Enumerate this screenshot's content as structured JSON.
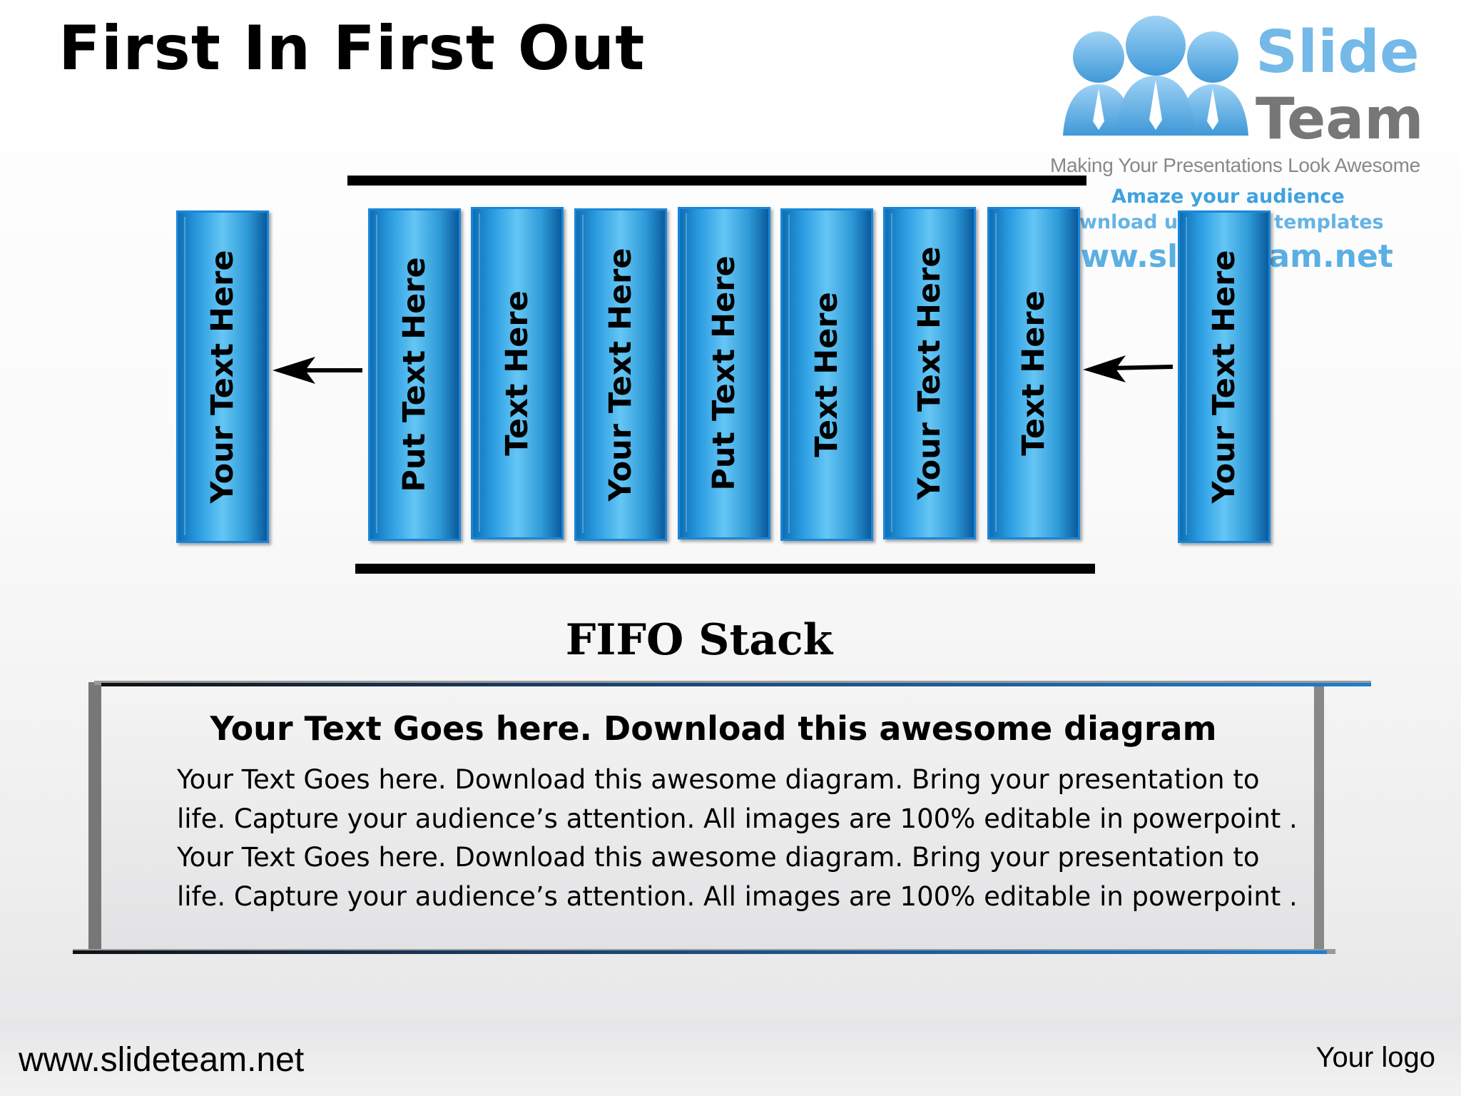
{
  "title": "First In First Out",
  "logo": {
    "word1": "Slide",
    "word2": "Team",
    "tagline": "Making Your Presentations Look Awesome",
    "watermark_line1": "Amaze your audience",
    "watermark_line2": "Download unlimited templates",
    "watermark_url": "www.slideteam.net",
    "colors": {
      "blue": "#74b9e8",
      "grey": "#777777"
    }
  },
  "stack": {
    "out_item": "Your Text Here",
    "items": [
      "Put Text Here",
      "Text Here",
      "Your Text Here",
      "Put Text Here",
      "Text Here",
      "Your Text Here",
      "Text Here"
    ],
    "in_item": "Your Text Here",
    "bar_color": "#2fa0e4"
  },
  "caption": "FIFO Stack",
  "text_box": {
    "heading": "Your Text Goes here. Download this awesome diagram",
    "body": [
      "Your Text Goes here. Download this awesome diagram. Bring your presentation to",
      "life. Capture your audience’s attention. All images are 100% editable in powerpoint .",
      "Your Text Goes here. Download this awesome diagram. Bring your presentation to",
      "life. Capture your audience’s attention. All images are 100% editable in powerpoint ."
    ],
    "accent_color": "#1e7fd0"
  },
  "footer": {
    "url": "www.slideteam.net",
    "logo_text": "Your logo"
  }
}
